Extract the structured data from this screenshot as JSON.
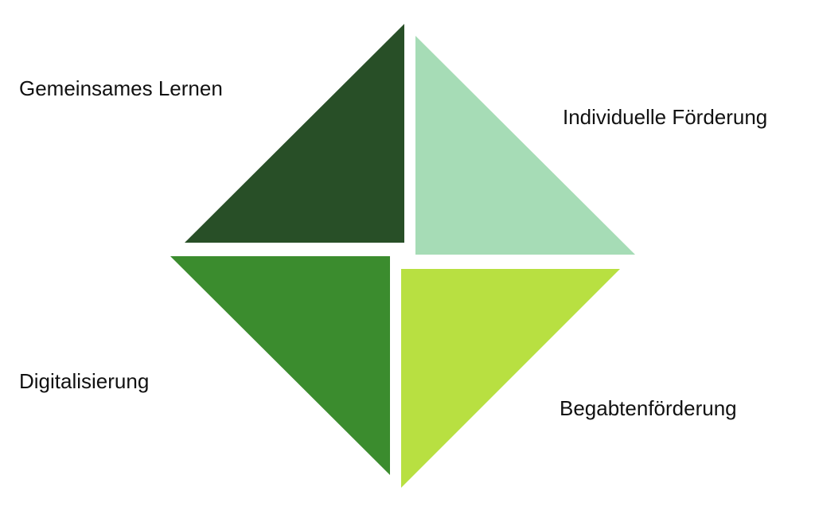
{
  "labels": {
    "top_left": "Gemeinsames Lernen",
    "top_right": "Individuelle Förderung",
    "bottom_left": "Digitalisierung",
    "bottom_right": "Begabtenförderung"
  },
  "colors": {
    "top_left": "#284f27",
    "top_right": "#a6dcb6",
    "bottom_left": "#3b8c2e",
    "bottom_right": "#b8e041"
  }
}
